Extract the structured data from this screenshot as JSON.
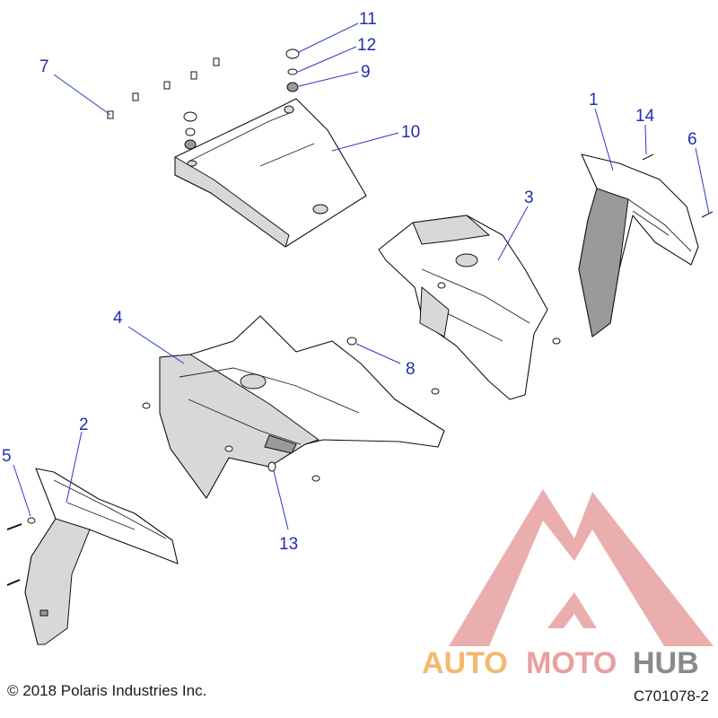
{
  "callouts": [
    {
      "label": "1"
    },
    {
      "label": "2"
    },
    {
      "label": "3"
    },
    {
      "label": "4"
    },
    {
      "label": "5"
    },
    {
      "label": "6"
    },
    {
      "label": "7"
    },
    {
      "label": "8"
    },
    {
      "label": "9"
    },
    {
      "label": "10"
    },
    {
      "label": "11"
    },
    {
      "label": "12"
    },
    {
      "label": "13"
    },
    {
      "label": "14"
    }
  ],
  "footer": {
    "copyright": "© 2018 Polaris Industries Inc.",
    "drawing_number": "C701078-2"
  },
  "watermark": {
    "word_a": "AUTO",
    "word_b": "MOTO",
    "word_c": "HUB"
  },
  "colors": {
    "callout": "#1f2fb0",
    "leader": "#2a3bc0",
    "watermark_red": "#e8a0a0",
    "watermark_orange": "#f4b870",
    "watermark_gray": "#8a8a8a"
  }
}
